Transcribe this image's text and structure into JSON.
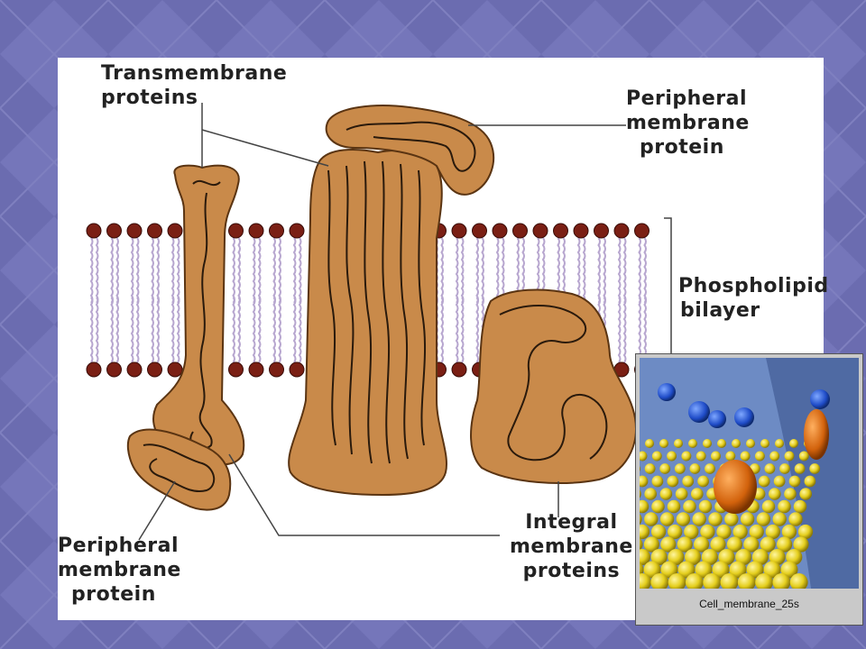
{
  "slide": {
    "background_color": "#6b6cb0"
  },
  "diagram": {
    "labels": {
      "transmembrane": [
        "Transmembrane",
        "proteins"
      ],
      "peripheral_top": [
        "Peripheral",
        "membrane",
        "protein"
      ],
      "phospholipid": [
        "Phospholipid",
        "bilayer"
      ],
      "peripheral_bottom": [
        "Peripheral",
        "membrane",
        "protein"
      ],
      "integral": [
        "Integral",
        "membrane",
        "proteins"
      ]
    },
    "colors": {
      "protein_fill": "#c98a4a",
      "protein_line": "#2a1a0c",
      "lipid_head": "#7a1f14",
      "lipid_tail": "#b7a6cf"
    }
  },
  "video": {
    "caption": "Cell_membrane_25s"
  }
}
